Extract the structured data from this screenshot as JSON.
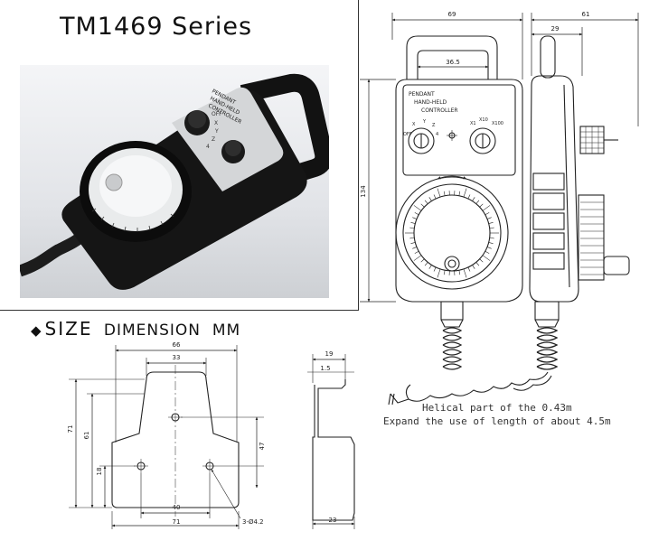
{
  "title": "TM1469 Series",
  "photo": {
    "panel_text": [
      "PENDANT",
      "HAND-HELD",
      "CONTROLLER"
    ],
    "switch_text": [
      "OFF",
      "X",
      "Y",
      "Z",
      "4"
    ]
  },
  "size_heading": {
    "symbol": "◆",
    "size": "SIZE",
    "rest": "DIMENSION  MM"
  },
  "front_view": {
    "dim_width": "69",
    "dim_inner": "36.5",
    "dim_height": "134",
    "panel_text": [
      "PENDANT",
      "HAND-HELD",
      "CONTROLLER"
    ],
    "switch_left_labels": [
      "OFF",
      "X",
      "Y",
      "Z",
      "4"
    ],
    "switch_right_labels": [
      "X1",
      "X10",
      "X100"
    ]
  },
  "side_view": {
    "dim_depth": "61",
    "dim_handle": "29"
  },
  "cable": {
    "note_line1": "Helical part of the 0.43m",
    "note_line2": "Expand the use of length of about 4.5m"
  },
  "mount_view": {
    "dim_top_outer": "66",
    "dim_top_inner": "33",
    "dim_left_outer": "71",
    "dim_left_inner": "61",
    "dim_right": "47",
    "dim_small": "18",
    "dim_bottom_inner": "40",
    "dim_bottom_outer": "71",
    "hole_note": "3-Ø4.2"
  },
  "profile_view": {
    "dim_top": "19",
    "dim_thickness": "1.5",
    "dim_bottom": "23"
  }
}
